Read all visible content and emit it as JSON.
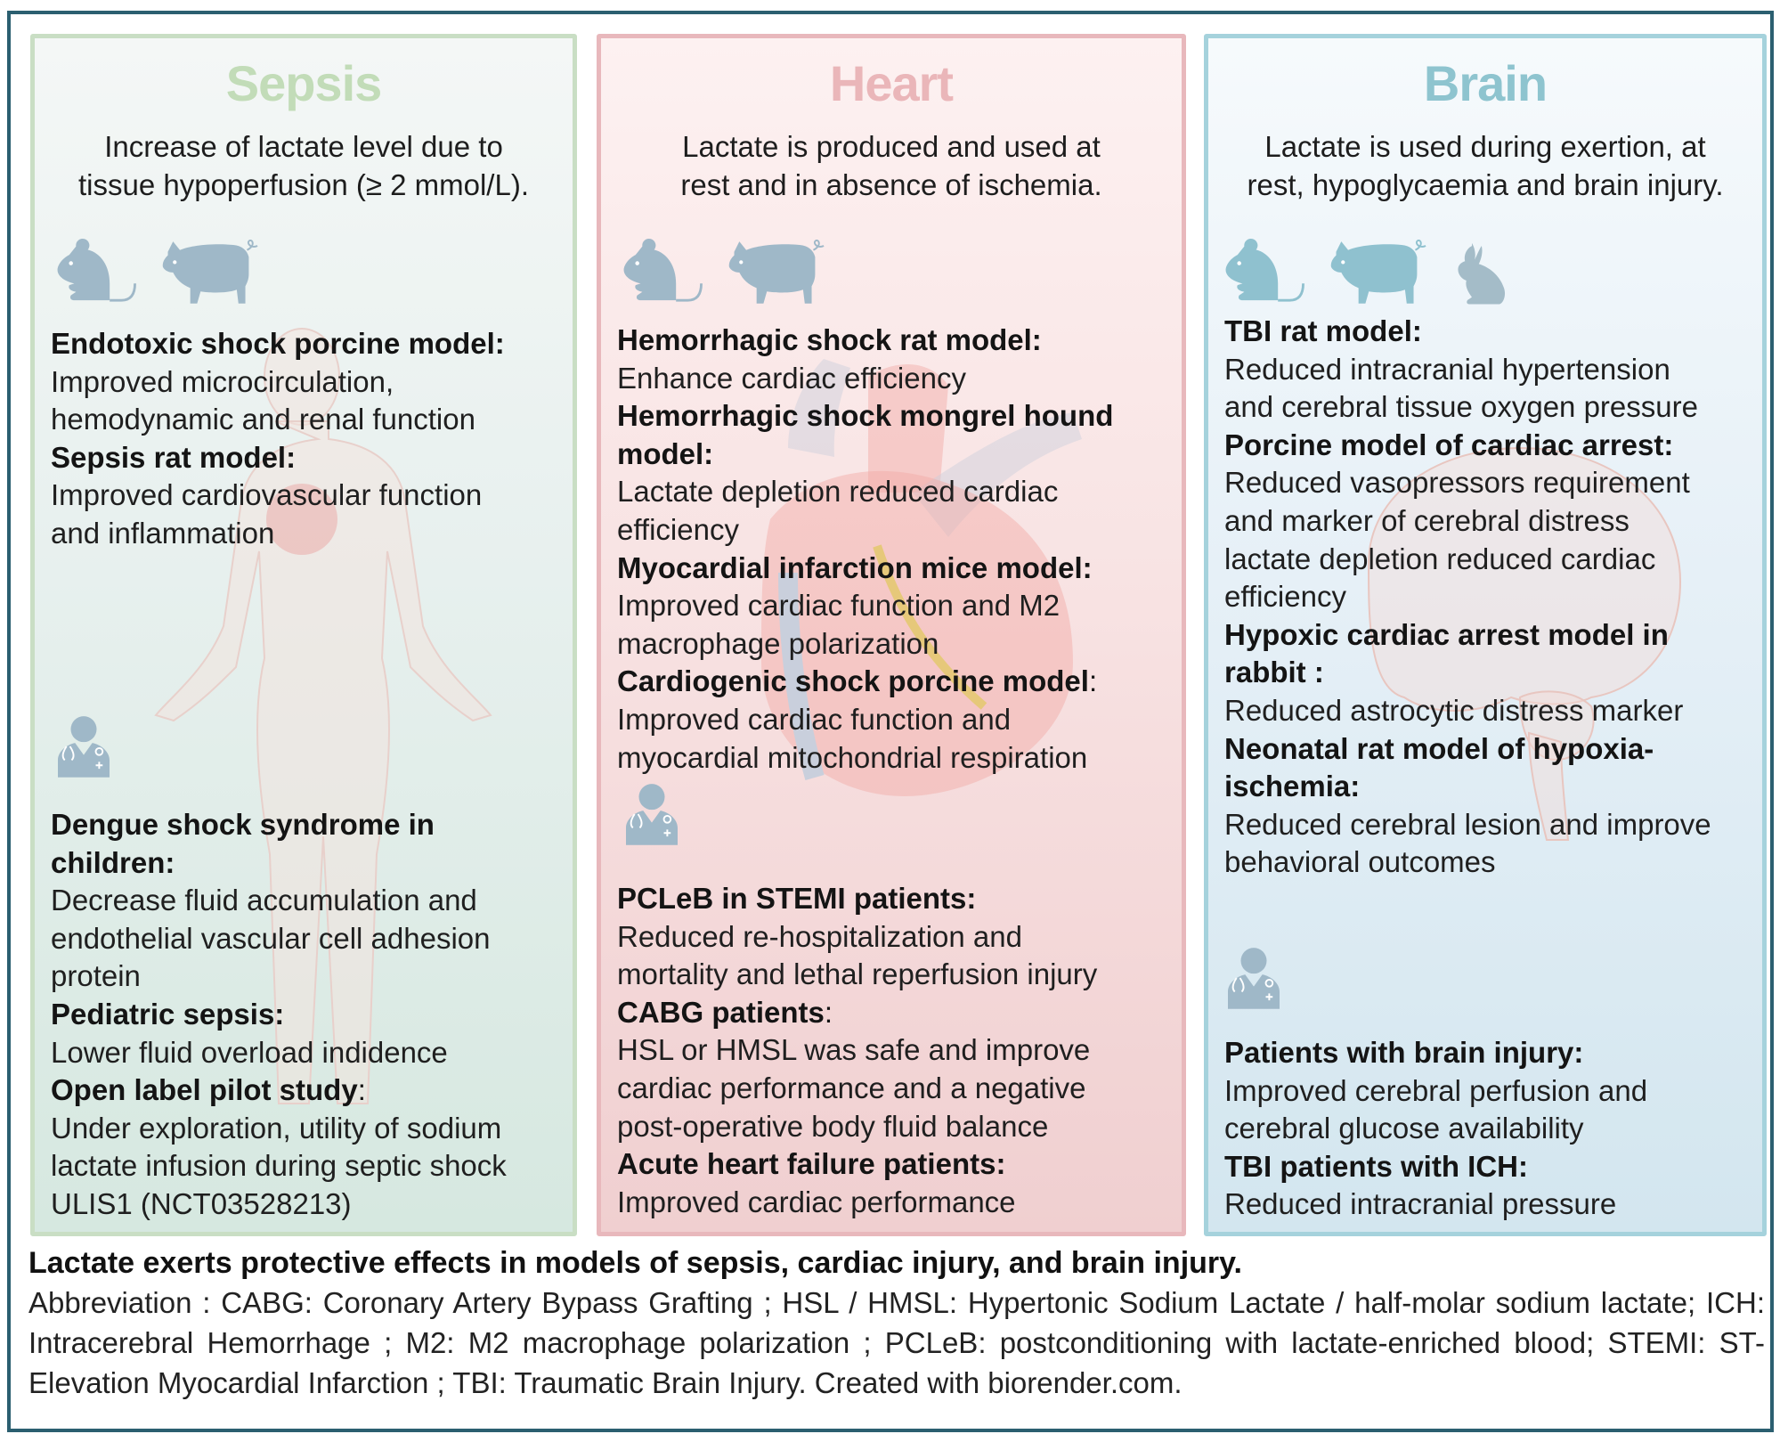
{
  "panels": {
    "sepsis": {
      "title": "Sepsis",
      "subtitle": "Increase of lactate level due to\ntissue hypoperfusion (≥ 2 mmol/L).",
      "animals": [
        "mouse-icon",
        "pig-icon"
      ],
      "preclinical": [
        {
          "head": "Endotoxic shock porcine model:",
          "body": "Improved microcirculation,\nhemodynamic and renal function"
        },
        {
          "head": "Sepsis rat model:",
          "body": "Improved cardiovascular function\nand inflammation"
        }
      ],
      "clinical": [
        {
          "head": "Dengue shock syndrome in\nchildren:",
          "body": "Decrease fluid accumulation and\nendothelial vascular cell adhesion\nprotein"
        },
        {
          "head": "Pediatric sepsis:",
          "body": "Lower fluid overload indidence"
        },
        {
          "head": "Open label pilot study",
          "head_suffix": ":",
          "body": "Under exploration, utility of sodium\nlactate infusion during septic shock\nULIS1 (NCT03528213)"
        }
      ]
    },
    "heart": {
      "title": "Heart",
      "subtitle": "Lactate is produced and used at\nrest and in absence of ischemia.",
      "animals": [
        "mouse-icon",
        "pig-icon"
      ],
      "preclinical": [
        {
          "head": "Hemorrhagic shock rat model:",
          "body": "Enhance cardiac efficiency"
        },
        {
          "head": "Hemorrhagic shock mongrel hound\nmodel:",
          "body": "Lactate depletion reduced cardiac\nefficiency"
        },
        {
          "head": "Myocardial infarction mice model:",
          "body": "Improved cardiac function and M2\nmacrophage polarization"
        },
        {
          "head": "Cardiogenic shock porcine model",
          "head_suffix": ":",
          "body": "Improved cardiac function and\nmyocardial mitochondrial respiration"
        }
      ],
      "clinical": [
        {
          "head": "PCLeB in STEMI patients:",
          "body": "Reduced re-hospitalization and\nmortality and lethal reperfusion injury"
        },
        {
          "head": "CABG patients",
          "head_suffix": ":",
          "body": "HSL or HMSL was safe and improve\ncardiac performance and a negative\npost-operative body fluid balance"
        },
        {
          "head": "Acute heart failure patients:",
          "body": "Improved cardiac performance"
        }
      ]
    },
    "brain": {
      "title": "Brain",
      "subtitle": "Lactate is used during exertion, at\nrest, hypoglycaemia and brain injury.",
      "animals": [
        "mouse-icon",
        "pig-icon",
        "rabbit-icon"
      ],
      "preclinical": [
        {
          "head": "TBI rat model:",
          "body": "Reduced intracranial hypertension\nand cerebral tissue oxygen pressure"
        },
        {
          "head": "Porcine model of cardiac arrest:",
          "body": "Reduced vasopressors requirement\nand marker of cerebral distress\nlactate depletion reduced cardiac\nefficiency"
        },
        {
          "head": "Hypoxic cardiac arrest model in\nrabbit :",
          "body": "Reduced astrocytic distress marker"
        },
        {
          "head": "Neonatal rat model of hypoxia-\nischemia:",
          "body": "Reduced cerebral lesion and improve\nbehavioral outcomes"
        }
      ],
      "clinical": [
        {
          "head": "Patients with brain injury:",
          "body": "Improved cerebral perfusion and\ncerebral glucose availability"
        },
        {
          "head": "TBI patients with ICH:",
          "body": "Reduced intracranial pressure"
        }
      ]
    }
  },
  "caption": {
    "title": "Lactate exerts protective effects in models of sepsis, cardiac injury, and brain injury.",
    "abbreviations": "Abbreviation : CABG: Coronary Artery Bypass Grafting ; HSL / HMSL: Hypertonic Sodium Lactate / half-molar sodium lactate; ICH: Intracerebral Hemorrhage ; M2: M2 macrophage polarization ; PCLeB: postconditioning with lactate-enriched blood; STEMI: ST-Elevation Myocardial Infarction ; TBI: Traumatic Brain Injury. Created with biorender.com."
  },
  "colors": {
    "frame": "#2b5f70",
    "sepsis_accent": "#c2dcb8",
    "heart_accent": "#eab6b9",
    "brain_accent": "#8ec4cf",
    "animal_icon": "#9fb8c8",
    "brain_animal_icon": "#8fc1cf"
  }
}
